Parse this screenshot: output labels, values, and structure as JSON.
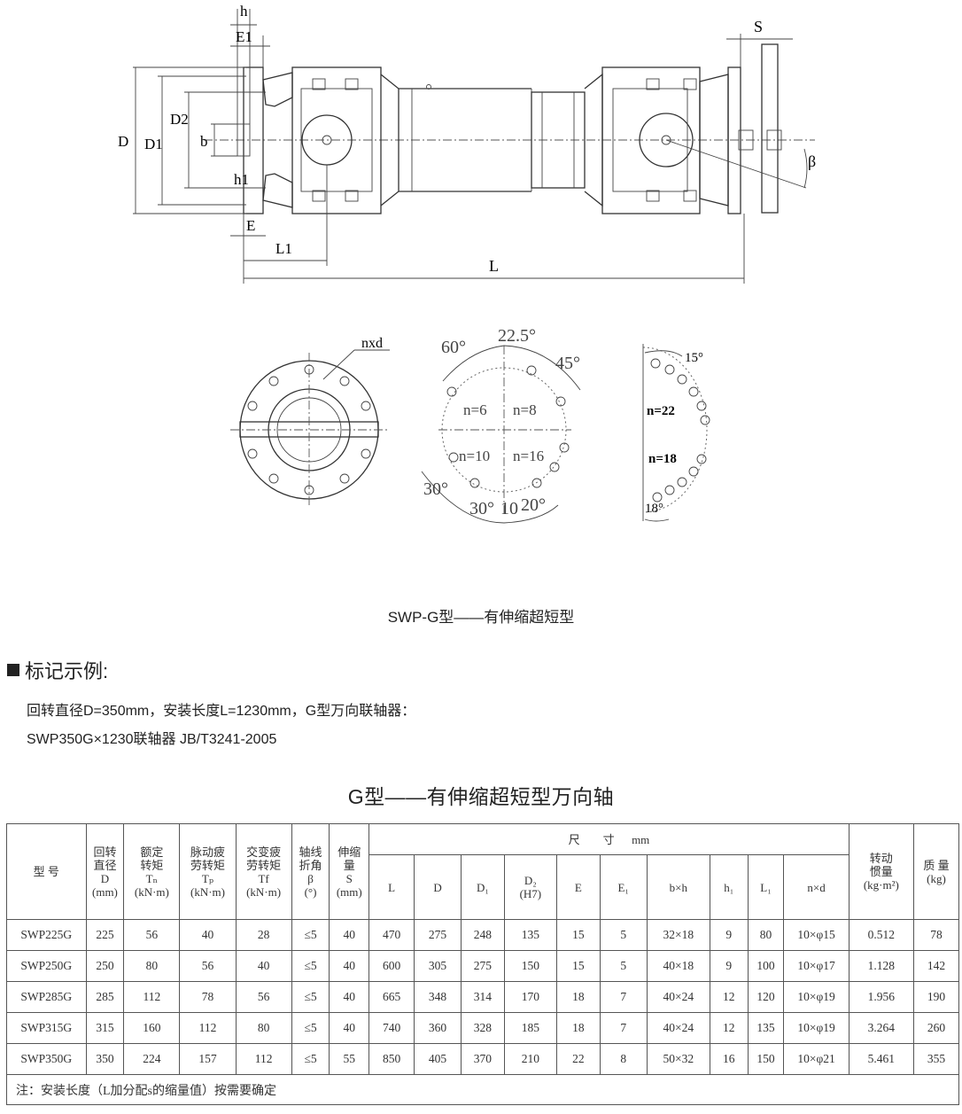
{
  "drawing": {
    "labels": {
      "h": "h",
      "E1": "E1",
      "D": "D",
      "D1": "D1",
      "D2": "D2",
      "b": "b",
      "h1": "h1",
      "E": "E",
      "L1": "L1",
      "L": "L",
      "S": "S",
      "beta": "β"
    },
    "flange_labels": {
      "nxd": "nxd",
      "a60": "60°",
      "a225": "22.5°",
      "a45": "45°",
      "n6": "n=6",
      "n8": "n=8",
      "n10": "n=10",
      "n16": "n=16",
      "a30a": "30°",
      "a30b": "30°",
      "a10": "10",
      "a20": "20°",
      "a15": "15°",
      "n22": "n=22",
      "n18": "n=18",
      "a18": "18°"
    }
  },
  "caption": "SWP-G型——有伸缩超短型",
  "section": {
    "title": "标记示例:",
    "line1": "回转直径D=350mm，安装长度L=1230mm，G型万向联轴器：",
    "line2": "SWP350G×1230联轴器  JB/T3241-2005"
  },
  "table": {
    "title": "G型——有伸缩超短型万向轴",
    "headers": {
      "model": "型  号",
      "D": "回转\n直径\nD\n(mm)",
      "Tn": "额定\n转矩\nTₙ\n(kN·m)",
      "Tp": "脉动疲\n劳转矩\nTₚ\n(kN·m)",
      "Tf": "交变疲\n劳转矩\nTf\n(kN·m)",
      "beta": "轴线\n折角\nβ\n(°)",
      "S": "伸缩\n量\nS\n(mm)",
      "dims": "尺        寸      mm",
      "L": "L",
      "Dd": "D",
      "D1": "D₁",
      "D2": "D₂\n(H7)",
      "E": "E",
      "E1": "E₁",
      "bxh": "b×h",
      "h1": "h₁",
      "L1": "L₁",
      "nxd": "n×d",
      "inertia": "转动\n惯量\n(kg·m²)",
      "mass": "质 量\n(kg)"
    },
    "rows": [
      [
        "SWP225G",
        "225",
        "56",
        "40",
        "28",
        "≤5",
        "40",
        "470",
        "275",
        "248",
        "135",
        "15",
        "5",
        "32×18",
        "9",
        "80",
        "10×φ15",
        "0.512",
        "78"
      ],
      [
        "SWP250G",
        "250",
        "80",
        "56",
        "40",
        "≤5",
        "40",
        "600",
        "305",
        "275",
        "150",
        "15",
        "5",
        "40×18",
        "9",
        "100",
        "10×φ17",
        "1.128",
        "142"
      ],
      [
        "SWP285G",
        "285",
        "112",
        "78",
        "56",
        "≤5",
        "40",
        "665",
        "348",
        "314",
        "170",
        "18",
        "7",
        "40×24",
        "12",
        "120",
        "10×φ19",
        "1.956",
        "190"
      ],
      [
        "SWP315G",
        "315",
        "160",
        "112",
        "80",
        "≤5",
        "40",
        "740",
        "360",
        "328",
        "185",
        "18",
        "7",
        "40×24",
        "12",
        "135",
        "10×φ19",
        "3.264",
        "260"
      ],
      [
        "SWP350G",
        "350",
        "224",
        "157",
        "112",
        "≤5",
        "55",
        "850",
        "405",
        "370",
        "210",
        "22",
        "8",
        "50×32",
        "16",
        "150",
        "10×φ21",
        "5.461",
        "355"
      ]
    ],
    "note": "注：安装长度（L加分配s的缩量值）按需要确定"
  }
}
